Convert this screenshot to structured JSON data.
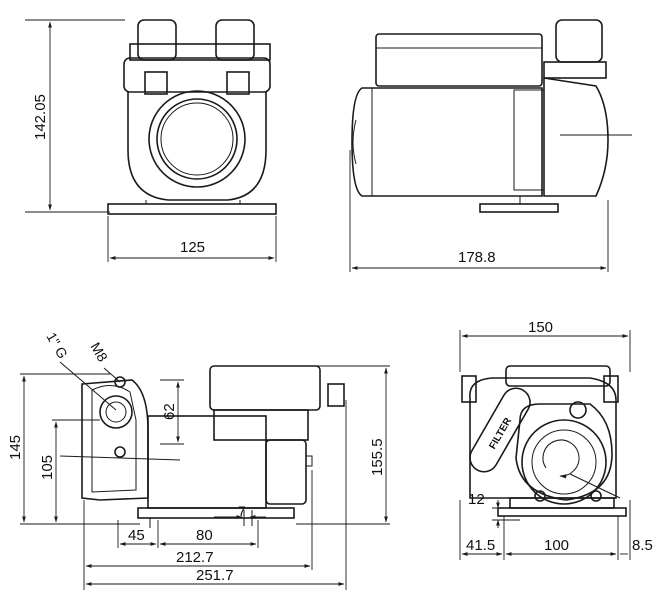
{
  "views": {
    "front": {
      "height_dim": "142.05",
      "width_dim": "125"
    },
    "side": {
      "width_dim": "178.8"
    },
    "section": {
      "thread_label": "1\" G",
      "bolt_label": "M8",
      "dim_62": "62",
      "dim_145": "145",
      "dim_105": "105",
      "dim_155_5": "155.5",
      "dim_7": "7",
      "dim_45": "45",
      "dim_80": "80",
      "dim_212_7": "212.7",
      "dim_251_7": "251.7"
    },
    "rear": {
      "dim_150": "150",
      "dim_12": "12",
      "dim_41_5": "41.5",
      "dim_100": "100",
      "dim_8_5": "8.5",
      "filter_label": "FILTER"
    }
  }
}
